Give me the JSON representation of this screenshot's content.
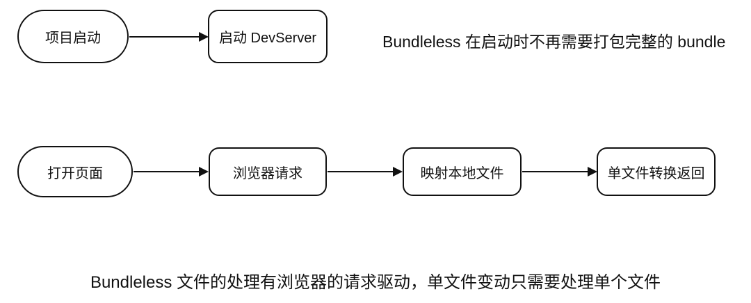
{
  "flowchart": {
    "row1": {
      "nodes": [
        {
          "label": "项目启动"
        },
        {
          "label": "启动 DevServer"
        }
      ],
      "annotation": "Bundleless 在启动时不再需要打包完整的 bundle"
    },
    "row2": {
      "nodes": [
        {
          "label": "打开页面"
        },
        {
          "label": "浏览器请求"
        },
        {
          "label": "映射本地文件"
        },
        {
          "label": "单文件转换返回"
        }
      ]
    },
    "caption": "Bundleless 文件的处理有浏览器的请求驱动，单文件变动只需要处理单个文件",
    "colors": {
      "stroke": "#111111",
      "background": "#ffffff"
    }
  }
}
